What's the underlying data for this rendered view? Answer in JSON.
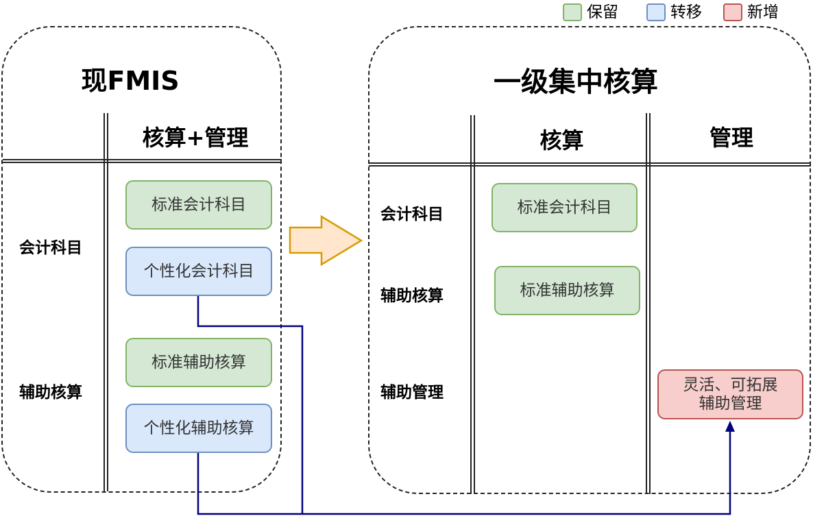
{
  "legend": [
    {
      "label": "保留",
      "fill": "#d5e8d4",
      "stroke": "#82b366"
    },
    {
      "label": "转移",
      "fill": "#dae8fc",
      "stroke": "#6c8ebf"
    },
    {
      "label": "新增",
      "fill": "#f8cecc",
      "stroke": "#b85450"
    }
  ],
  "left_panel": {
    "title": "现FMIS",
    "column_header": "核算+管理",
    "row_labels": [
      "会计科目",
      "辅助核算"
    ],
    "boxes": [
      {
        "text": "标准会计科目",
        "status": "保留"
      },
      {
        "text": "个性化会计科目",
        "status": "转移"
      },
      {
        "text": "标准辅助核算",
        "status": "保留"
      },
      {
        "text": "个性化辅助核算",
        "status": "转移"
      }
    ]
  },
  "right_panel": {
    "title": "一级集中核算",
    "column_headers": [
      "核算",
      "管理"
    ],
    "row_labels": [
      "会计科目",
      "辅助核算",
      "辅助管理"
    ],
    "boxes": [
      {
        "text": "标准会计科目",
        "status": "保留"
      },
      {
        "text": "标准辅助核算",
        "status": "保留"
      },
      {
        "text": "灵活、可拓展\n辅助管理",
        "status": "新增"
      }
    ]
  },
  "colors": {
    "arrow_fill": "#ffe6cc",
    "arrow_stroke": "#d79b00",
    "connector": "#000080"
  }
}
